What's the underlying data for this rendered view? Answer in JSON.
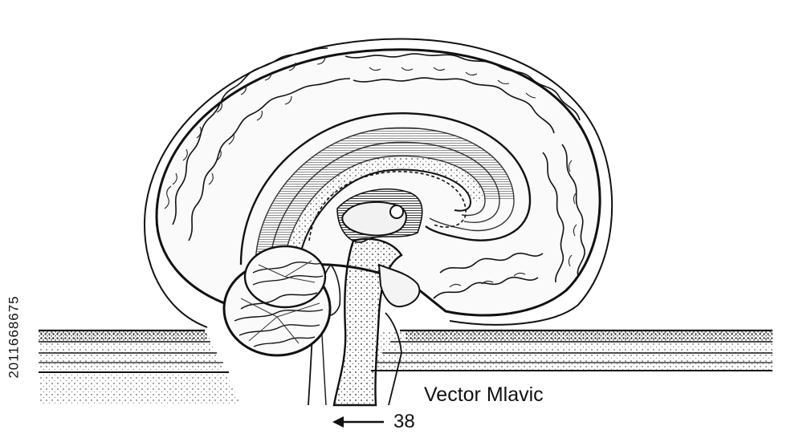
{
  "stock_id": "2011668675",
  "credit": "Vector Mlavic",
  "arrow_label": "38",
  "icons": {
    "arrow": "left-arrow-icon"
  },
  "colors": {
    "ink": "#111111",
    "paper": "#ffffff",
    "shade": "#d9d9d9",
    "dark": "#555555"
  }
}
